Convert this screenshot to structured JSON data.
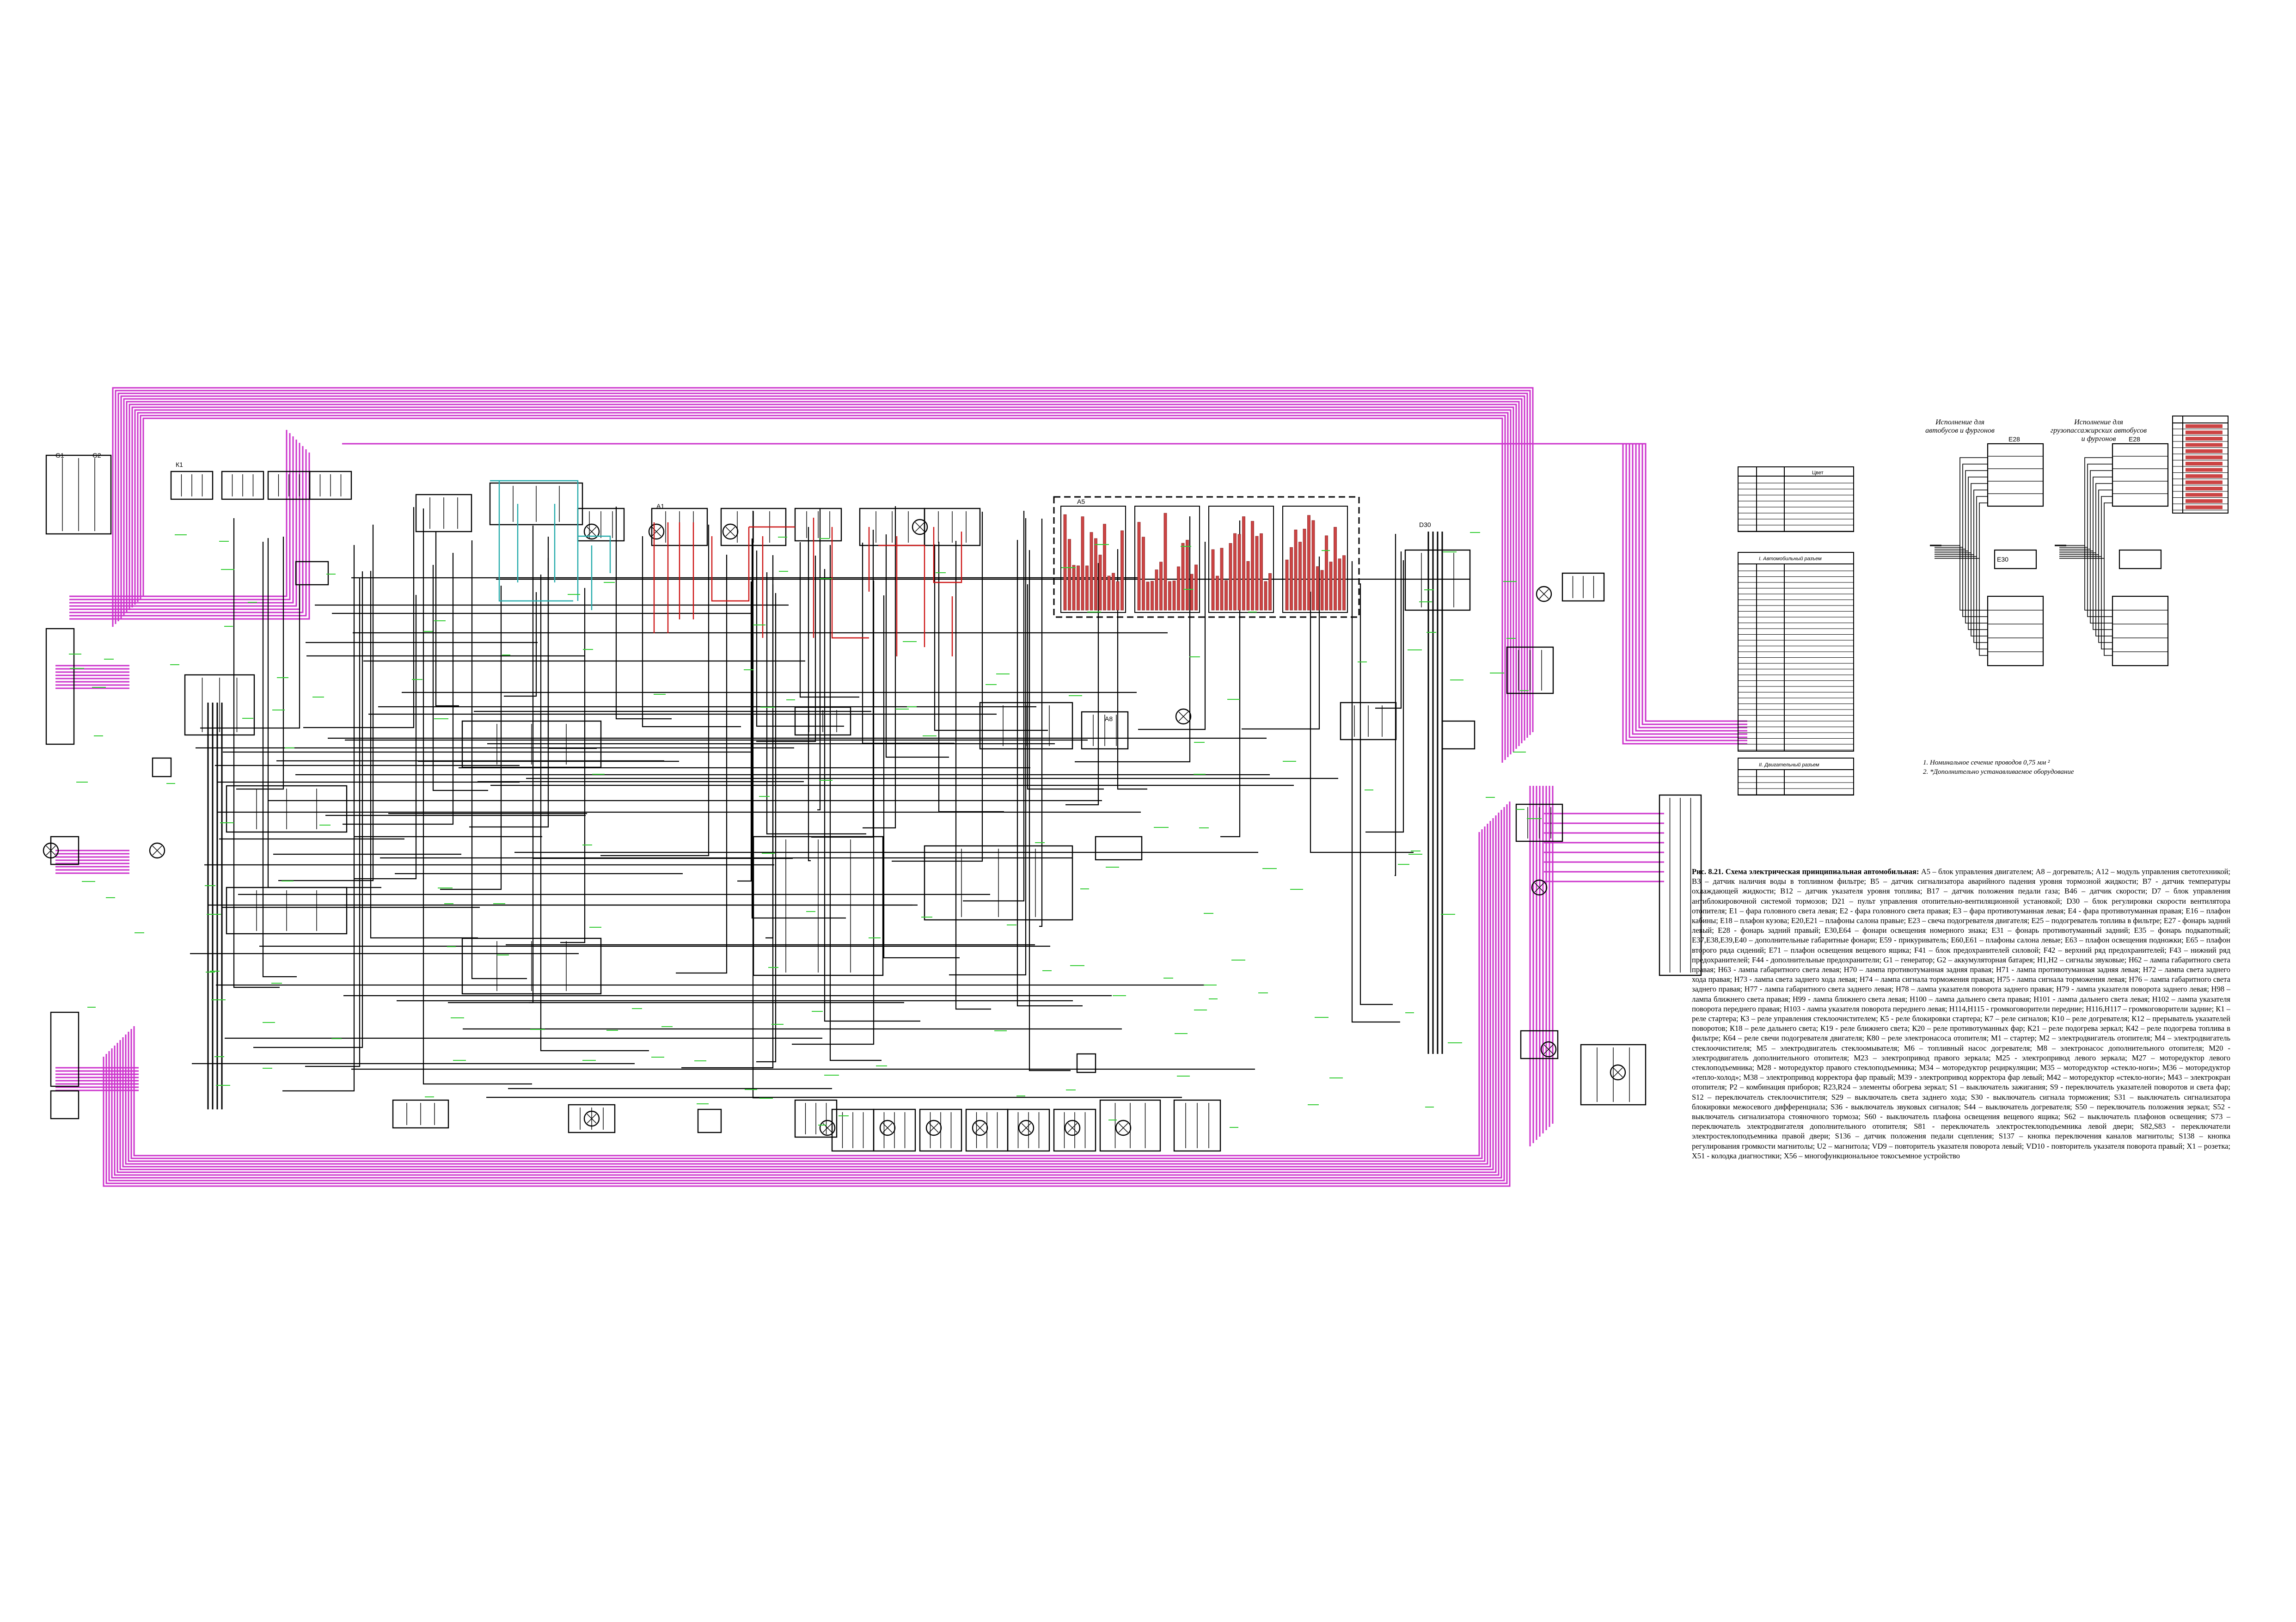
{
  "variant_panels": {
    "left_title": "Исполнение для автобусов и фургонов",
    "right_title": "Исполнение для грузопассажирских автобусов и фургонов"
  },
  "blocks": {
    "a1": "А1",
    "a5": "А5",
    "a8": "А8",
    "d30": "D30",
    "k1": "К1",
    "e30": "Е30",
    "e28": "Е28",
    "g1": "G1",
    "g2": "G2"
  },
  "tables": {
    "top_right_header": "Цвет",
    "mid_right_i": "I. Автомобильный разъем",
    "mid_right_ii": "II. Двигательный разъем"
  },
  "notes": [
    "1. Номинальное сечение проводов 0,75 мм ²",
    "2. *Дополнительно устанавливаемое оборудование"
  ],
  "caption": {
    "heading": "Рис. 8.21. Схема электрическая принципиальная автомобильная:",
    "body": " А5 – блок управления двигателем; А8 – догреватель; А12 – модуль управления светотехникой; В3 – датчик наличия воды в топливном фильтре; В5 – датчик сигнализатора аварийного падения уровня тормозной жидкости; В7 - датчик температуры охлаждающей жидкости; В12 – датчик указателя уровня топлива; В17 – датчик положения педали газа; В46 – датчик скорости; D7 – блок управления антиблокировочной системой тормозов; D21 – пульт управления отопительно-вентиляционной установкой; D30 – блок регулировки скорости вентилятора отопителя; Е1 – фара головного света левая; Е2 - фара головного света правая; Е3 – фара противотуманная левая; Е4 - фара противотуманная правая; Е16 – плафон кабины; Е18 – плафон кузова; Е20,Е21 – плафоны салона правые; Е23 – свеча подогревателя двигателя; Е25 – подогреватель топлива в фильтре; Е27 - фонарь задний левый; Е28 - фонарь задний правый; Е30,Е64 – фонари освещения номерного знака; Е31 – фонарь противотуманный задний; Е35 – фонарь подкапотный; Е37,Е38,Е39,Е40 – дополнительные габаритные фонари; Е59 - прикуриватель; Е60,Е61 – плафоны салона левые; Е63 – плафон освещения подножки; Е65 – плафон второго ряда сидений; Е71 – плафон освещения вещевого ящика; F41 – блок предохранителей силовой; F42 – верхний ряд предохранителей; F43 – нижний ряд предохранителей; F44 - дополнительные предохранители; G1 – генератор; G2 – аккумуляторная батарея; Н1,Н2 – сигналы звуковые; Н62 – лампа габаритного света правая; Н63 - лампа габаритного света левая; Н70 – лампа противотуманная задняя правая; Н71 - лампа противотуманная задняя левая; Н72 – лампа света заднего хода правая; Н73 - лампа света заднего хода левая; Н74 – лампа сигнала торможения правая; Н75 - лампа сигнала торможения левая; Н76 – лампа габаритного света заднего правая; Н77 - лампа габаритного света заднего левая; Н78 – лампа указателя поворота заднего правая; Н79 - лампа указателя поворота заднего левая; Н98 – лампа ближнего света правая; Н99 - лампа ближнего света левая; Н100 – лампа дальнего света правая; Н101 - лампа дальнего света левая; Н102 – лампа указателя поворота переднего правая; Н103 - лампа указателя поворота переднего левая; Н114,Н115 - громкоговорители передние; Н116,Н117 – громкоговорители задние; К1 – реле стартера; К3 – реле управления стеклоочистителем; К5 - реле блокировки стартера; К7 – реле сигналов; К10 – реле догревателя; К12 – прерыватель указателей поворотов; К18 – реле дальнего света; К19 - реле ближнего света; К20 – реле противотуманных фар; К21 – реле подогрева зеркал; К42 – реле подогрева топлива в фильтре; К64 – реле свечи подогревателя двигателя; К80 – реле электронасоса отопителя; М1 – стартер; М2 – электродвигатель отопителя; М4 – электродвигатель стеклоочистителя; М5 – электродвигатель стеклоомывателя; М6 – топливный насос догревателя; М8 – электронасос дополнительного отопителя; М20 - электродвигатель дополнительного отопителя; М23 – электропривод правого зеркала; М25 - электропривод левого зеркала; М27 – моторедуктор левого стеклоподъемника; М28 - моторедуктор правого стеклоподъемника; М34 – моторедуктор рециркуляции; М35 – моторедуктор «стекло-ноги»; М36 – моторедуктор «тепло-холод»; М38 – электропривод корректора фар правый; М39 - электропривод корректора фар левый; М42 – моторедуктор «стекло-ноги»; М43 – электрокран отопителя; Р2 – комбинация приборов; R23,R24 – элементы обогрева зеркал; S1 – выключатель зажигания; S9 - переключатель указателей поворотов и света фар; S12 – переключатель стеклоочистителя; S29 – выключатель света заднего хода; S30 - выключатель сигнала торможения; S31 – выключатель сигнализатора блокировки межосевого дифференциала; S36 - выключатель звуковых сигналов; S44 – выключатель догревателя; S50 – переключатель положения зеркал; S52 - выключатель сигнализатора стояночного тормоза; S60 - выключатель плафона освещения вещевого ящика; S62 – выключатель плафонов освещения; S73 – переключатель электродвигателя дополнительного отопителя; S81 - переключатель электростеклоподъемника левой двери; S82,S83 - переключатели электростеклоподъемника правой двери; S136 – датчик положения педали сцепления; S137 – кнопка переключения каналов магнитолы; S138 – кнопка регулирования громкости магнитолы; U2 – магнитола; VD9 – повторитель указателя поворота левый; VD10 - повторитель указателя поворота правый; X1 – розетка; X51 - колодка диагностики; X56 – многофункциональное токосъемное устройство"
  },
  "colors": {
    "wire_main": "#000000",
    "wire_harness": "#cc33cc",
    "wire_marks": "#33cc33",
    "wire_red": "#cc1111",
    "wire_cyan": "#22aaaa",
    "block_fill": "#cc4444"
  }
}
